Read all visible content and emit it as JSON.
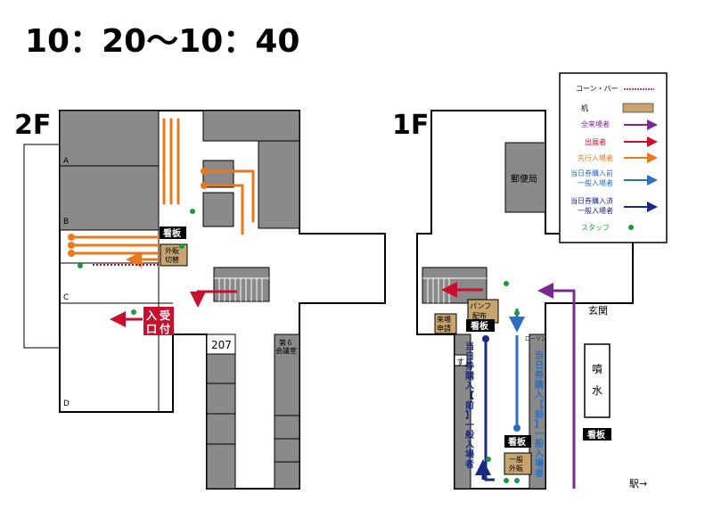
{
  "title": "10：20～10：40",
  "colors": {
    "gray": "#8a8a8a",
    "desk": "#c8a470",
    "purple": "#7a2a8f",
    "red": "#c8102e",
    "orange": "#e8791c",
    "blue_light": "#2a6fc0",
    "blue_dark": "#1a2a80",
    "green": "#1a9a3a"
  },
  "floor2": {
    "label": "2F",
    "rooms": [
      "A",
      "B",
      "C",
      "D"
    ],
    "room_207": "207",
    "room_6a": "第６",
    "room_6b": "会議室",
    "sign": "看板",
    "booth_a": "外販",
    "booth_b": "切替",
    "reception_a": "受",
    "reception_b": "付",
    "entrance_a": "入",
    "entrance_b": "口"
  },
  "floor1": {
    "label": "1F",
    "post_office": "郵便局",
    "entrance": "玄関",
    "fountain_a": "噴",
    "fountain_b": "水",
    "station": "駅→",
    "lawson": "ローソン",
    "su": "す",
    "pamphlet_a": "パンフ",
    "pamphlet_b": "配布",
    "visitor_a": "来場",
    "visitor_b": "申請",
    "general_a": "一般",
    "general_b": "外販",
    "sign": "看板",
    "queue_left": [
      "当",
      "日",
      "券",
      "購",
      "入",
      "【",
      "前",
      "】",
      "一",
      "般",
      "入",
      "場",
      "者"
    ],
    "queue_right": [
      "当",
      "日",
      "券",
      "購",
      "入",
      "【",
      "前",
      "】",
      "一",
      "般",
      "入",
      "場",
      "者"
    ]
  },
  "legend": {
    "cone_bar": "コーン・バー",
    "desk": "机",
    "all_visitors": "全来場者",
    "exhibitors": "出展者",
    "early_entry": "先行入場者",
    "before_a": "当日券購入前",
    "before_b": "一般入場者",
    "after_a": "当日券購入済",
    "after_b": "一般入場者",
    "staff": "スタッフ"
  }
}
